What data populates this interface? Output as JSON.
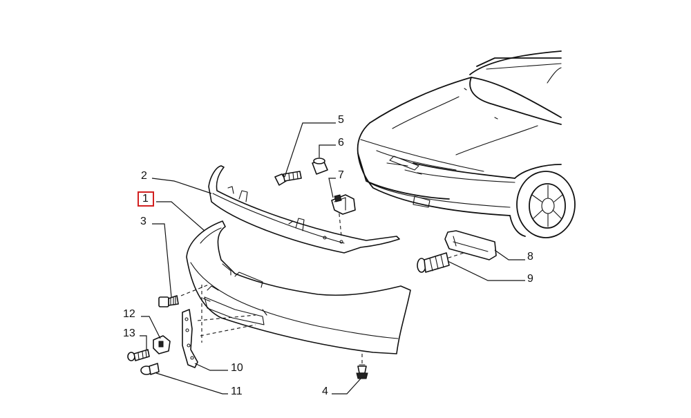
{
  "diagram": {
    "highlight_color": "#d21f1f",
    "line_color": "#111111",
    "selected_part": "1",
    "callouts": [
      {
        "id": "1",
        "label": "1",
        "selected": true
      },
      {
        "id": "2",
        "label": "2"
      },
      {
        "id": "3",
        "label": "3"
      },
      {
        "id": "4",
        "label": "4"
      },
      {
        "id": "5",
        "label": "5"
      },
      {
        "id": "6",
        "label": "6"
      },
      {
        "id": "7",
        "label": "7"
      },
      {
        "id": "8",
        "label": "8"
      },
      {
        "id": "9",
        "label": "9"
      },
      {
        "id": "10",
        "label": "10"
      },
      {
        "id": "11",
        "label": "11"
      },
      {
        "id": "12",
        "label": "12"
      },
      {
        "id": "13",
        "label": "13"
      }
    ]
  }
}
